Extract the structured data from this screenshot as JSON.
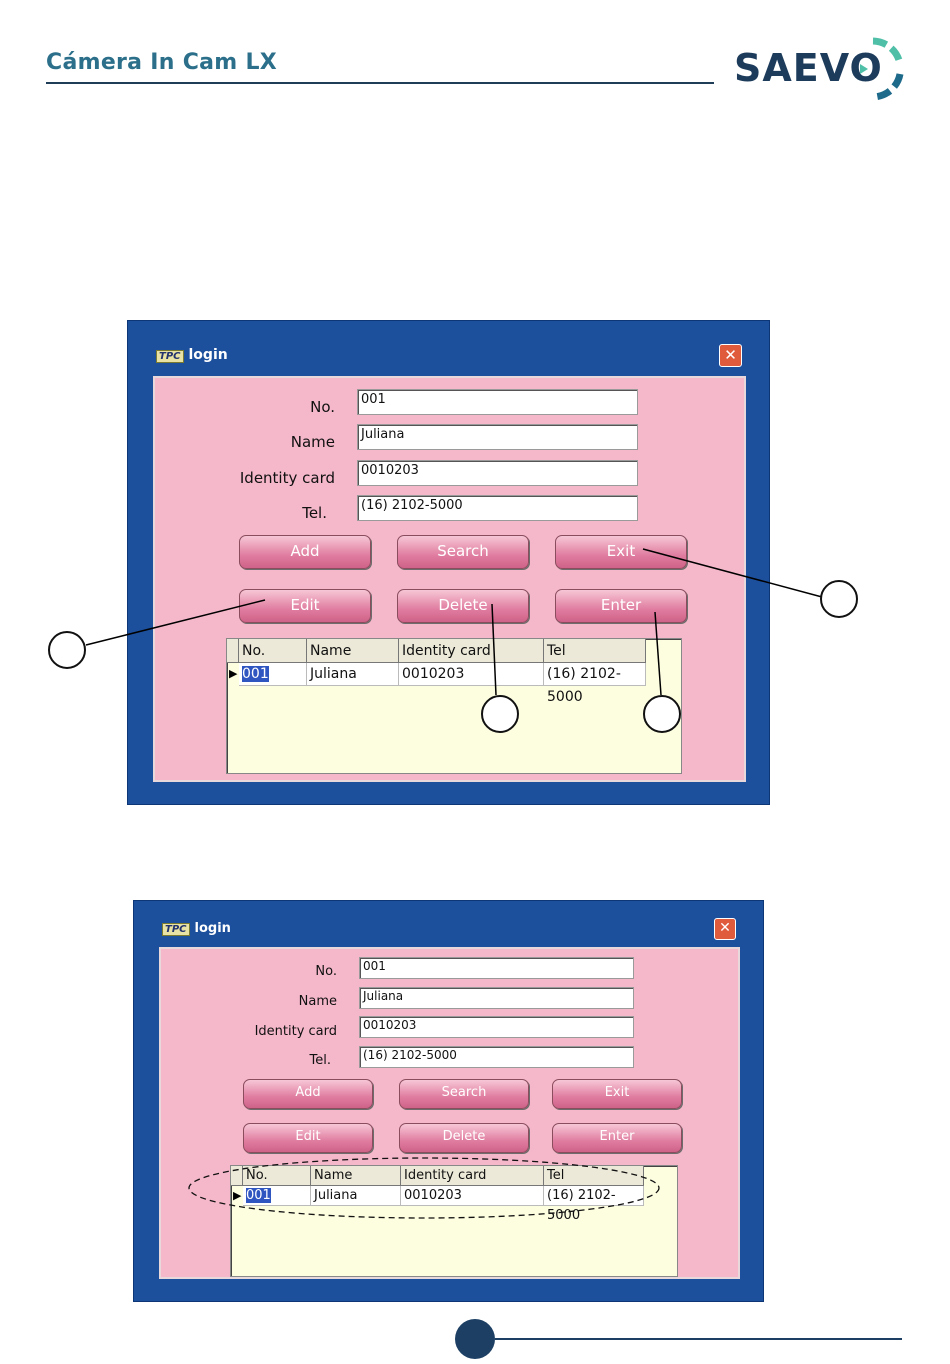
{
  "header": {
    "title": "Cámera In Cam LX",
    "brand": "SAEVO"
  },
  "window": {
    "title": "login",
    "app_icon": "TPC",
    "close": "✕",
    "fields": [
      {
        "label": "No.",
        "value": "001"
      },
      {
        "label": "Name",
        "value": "Juliana"
      },
      {
        "label": "Identity card",
        "value": "0010203"
      },
      {
        "label": "Tel.",
        "value": "(16) 2102-5000"
      }
    ],
    "buttons": [
      "Add",
      "Search",
      "Exit",
      "Edit",
      "Delete",
      "Enter"
    ],
    "grid": {
      "headers": [
        "No.",
        "Name",
        "Identity card",
        "Tel"
      ],
      "row": [
        "001",
        "Juliana",
        "0010203",
        "(16) 2102-5000"
      ]
    }
  }
}
